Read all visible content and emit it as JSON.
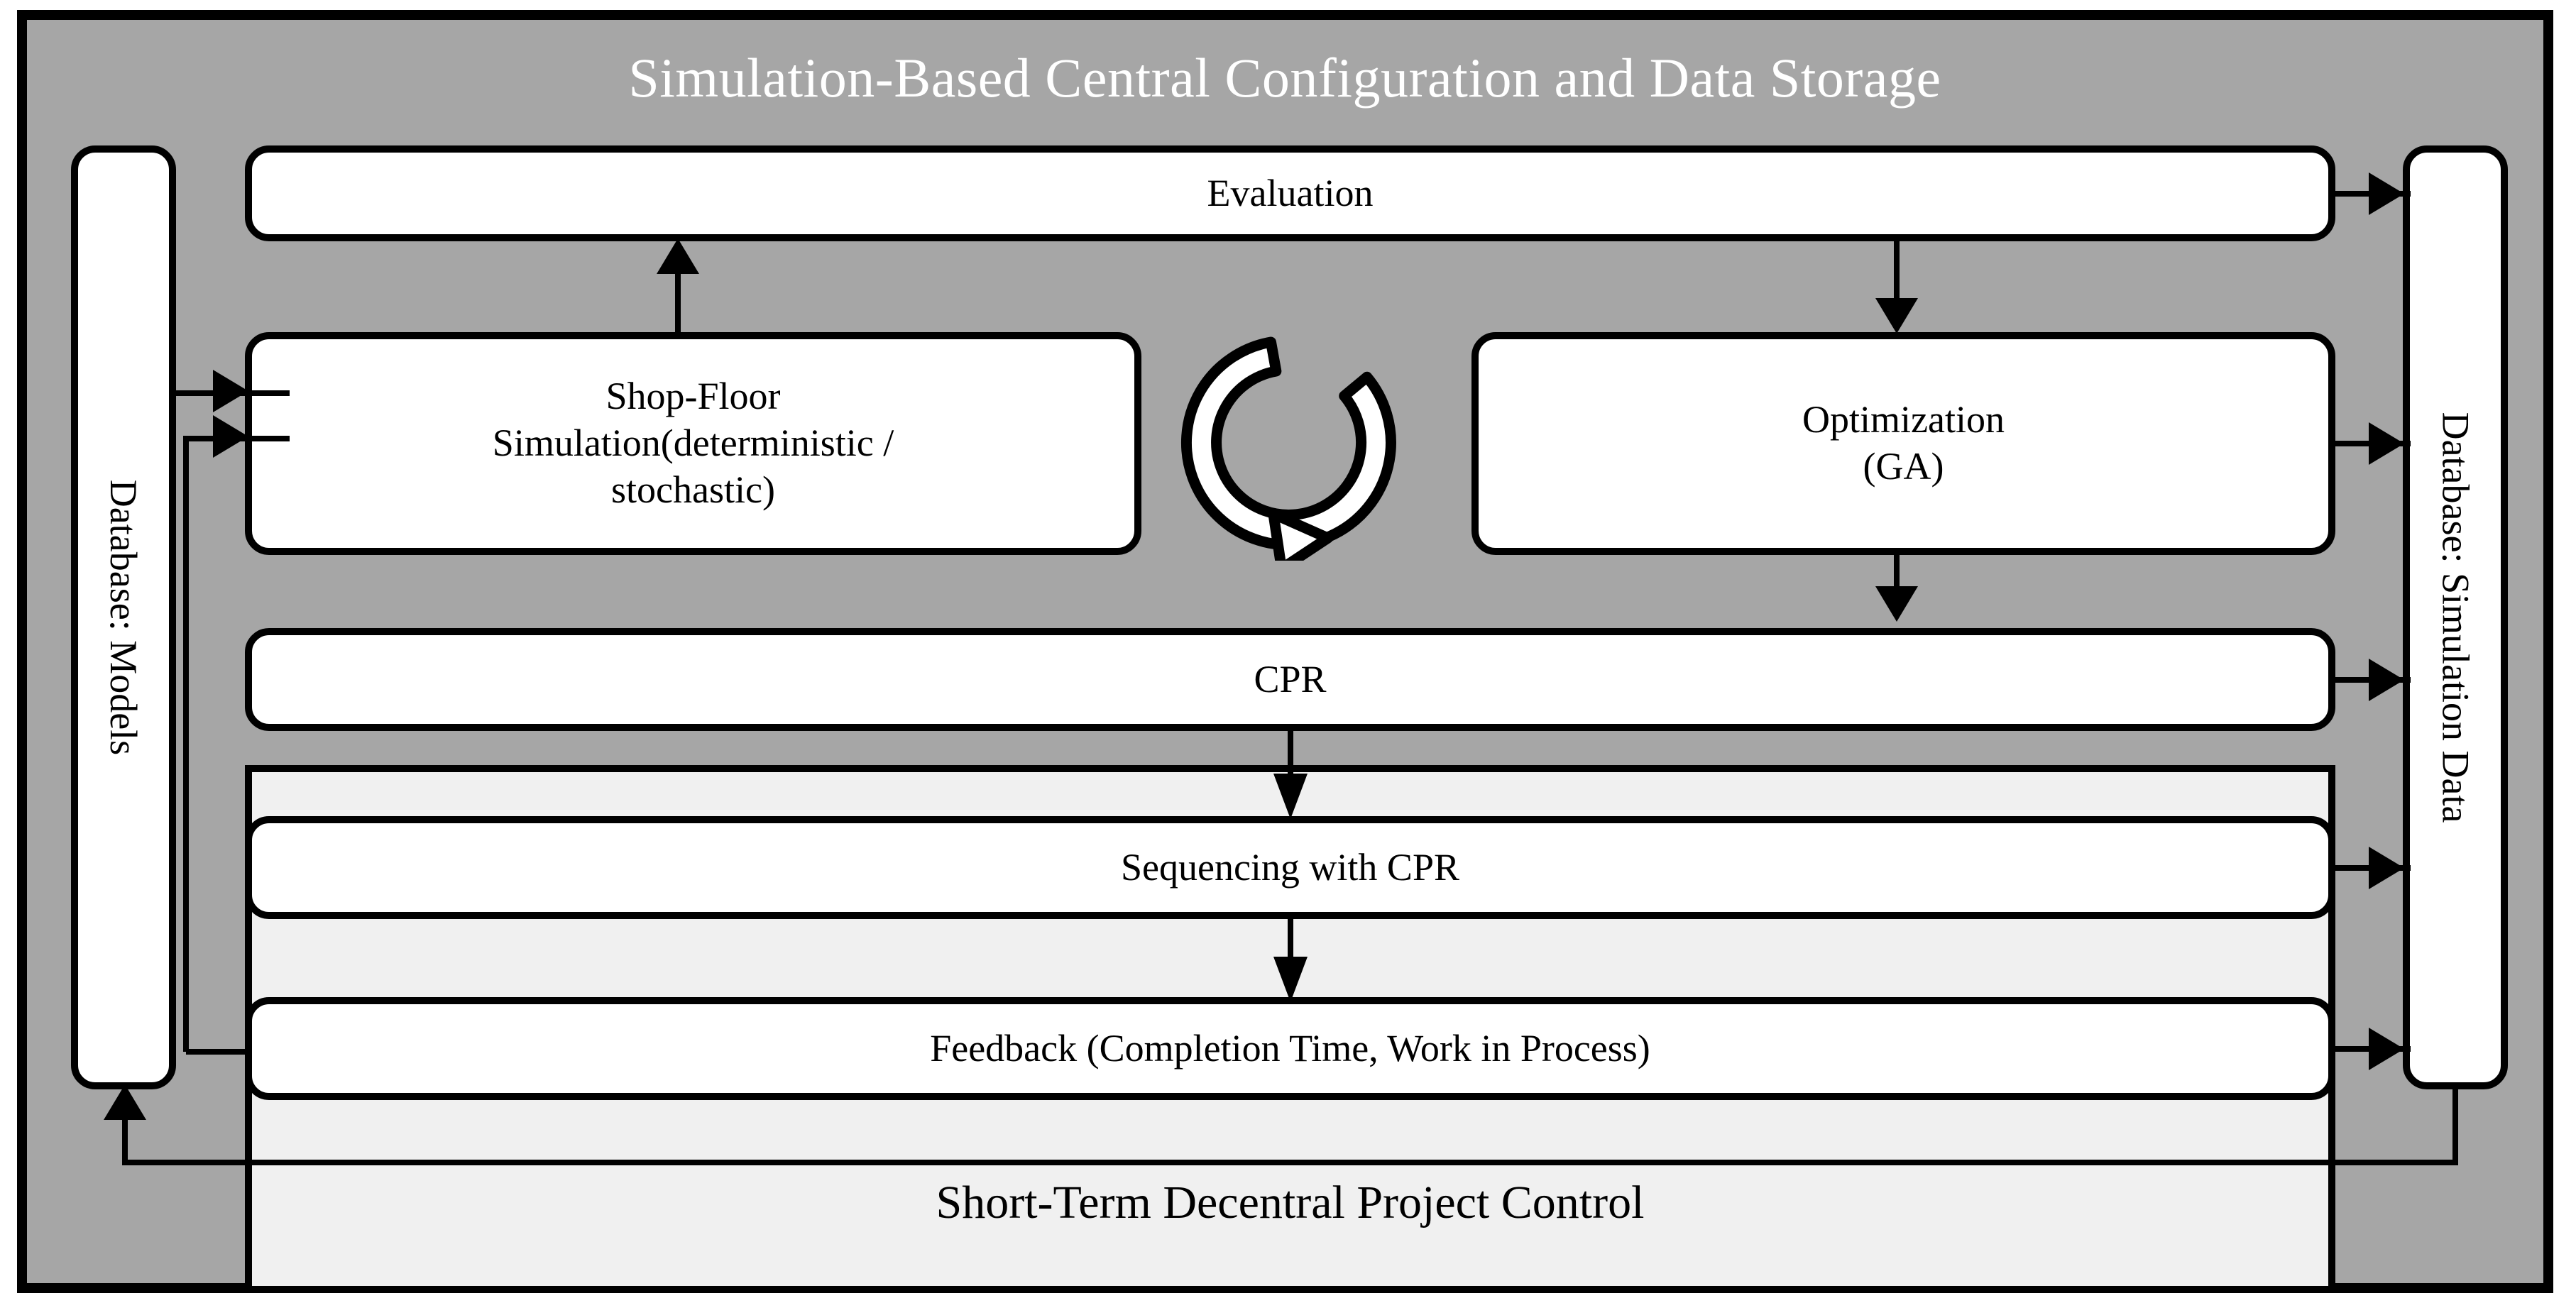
{
  "diagram": {
    "type": "flowchart",
    "central_title": "Simulation-Based Central Configuration and Data Storage",
    "decentral_title": "Short-Term Decentral Project Control",
    "colors": {
      "central_background": "#a6a6a6",
      "decentral_background": "#f0f0f0",
      "node_fill": "#ffffff",
      "stroke": "#000000",
      "central_title_text": "#ffffff"
    },
    "databases": {
      "left": {
        "label": "Database: Models"
      },
      "right": {
        "label": "Database: Simulation Data"
      }
    },
    "nodes": {
      "evaluation": {
        "label": "Evaluation"
      },
      "shop_floor": {
        "line1": "Shop-Floor",
        "line2": "Simulation(deterministic /",
        "line3": "stochastic)"
      },
      "optimization": {
        "line1": "Optimization",
        "line2": "(GA)"
      },
      "cpr": {
        "label": "CPR"
      },
      "sequencing": {
        "label": "Sequencing with CPR"
      },
      "feedback": {
        "label": "Feedback (Completion Time, Work in Process)"
      }
    },
    "icons": {
      "cycle": "circular-refresh-arrow"
    },
    "connections": [
      {
        "from": "Database: Models",
        "to": "Shop-Floor Simulation",
        "kind": "arrow-right"
      },
      {
        "from": "Feedback",
        "to": "Shop-Floor Simulation",
        "kind": "arrow-right"
      },
      {
        "from": "Shop-Floor Simulation",
        "to": "Evaluation",
        "kind": "arrow-up"
      },
      {
        "from": "Evaluation",
        "to": "Database: Simulation Data",
        "kind": "arrow-right"
      },
      {
        "from": "Evaluation",
        "to": "Optimization (GA)",
        "kind": "arrow-down"
      },
      {
        "from": "Optimization (GA)",
        "to": "Database: Simulation Data",
        "kind": "arrow-right"
      },
      {
        "from": "Optimization (GA)",
        "to": "CPR",
        "kind": "arrow-down"
      },
      {
        "from": "CPR",
        "to": "Database: Simulation Data",
        "kind": "arrow-right"
      },
      {
        "from": "CPR",
        "to": "Sequencing with CPR",
        "kind": "arrow-down"
      },
      {
        "from": "Sequencing with CPR",
        "to": "Database: Simulation Data",
        "kind": "arrow-right"
      },
      {
        "from": "Sequencing with CPR",
        "to": "Feedback",
        "kind": "arrow-down"
      },
      {
        "from": "Feedback",
        "to": "Database: Simulation Data",
        "kind": "arrow-right"
      },
      {
        "from": "Database: Simulation Data",
        "to": "Database: Models",
        "kind": "arrow-up"
      }
    ]
  }
}
